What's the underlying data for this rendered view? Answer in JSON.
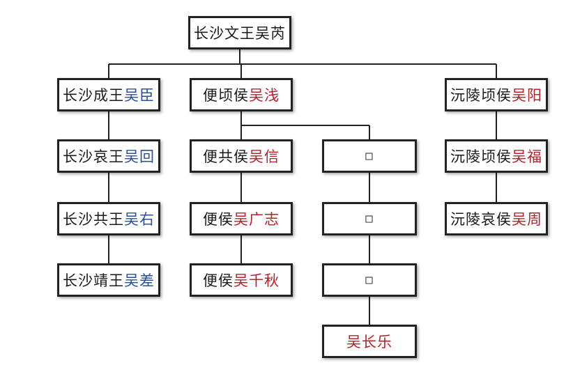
{
  "root": {
    "prefix": "长沙文王",
    "name": "吴芮"
  },
  "changsha_line": [
    {
      "prefix": "长沙成王",
      "name": "吴臣"
    },
    {
      "prefix": "长沙哀王",
      "name": "吴回"
    },
    {
      "prefix": "长沙共王",
      "name": "吴右"
    },
    {
      "prefix": "长沙靖王",
      "name": "吴差"
    }
  ],
  "bian_line": [
    {
      "prefix": "便顷侯",
      "name": "吴浅"
    },
    {
      "prefix": "便共侯",
      "name": "吴信"
    },
    {
      "prefix": "便侯",
      "name": "吴广志"
    },
    {
      "prefix": "便侯",
      "name": "吴千秋"
    }
  ],
  "unknown_line": {
    "placeholders": [
      "□",
      "□",
      "□"
    ],
    "descendant": "吴长乐"
  },
  "yuanling_line": [
    {
      "prefix": "沅陵顷侯",
      "name": "吴阳"
    },
    {
      "prefix": "沅陵顷侯",
      "name": "吴福"
    },
    {
      "prefix": "沅陵哀侯",
      "name": "吴周"
    }
  ],
  "colors": {
    "line": "#222222",
    "changsha_name": "#2a4f9a",
    "hou_name": "#b8202a"
  }
}
